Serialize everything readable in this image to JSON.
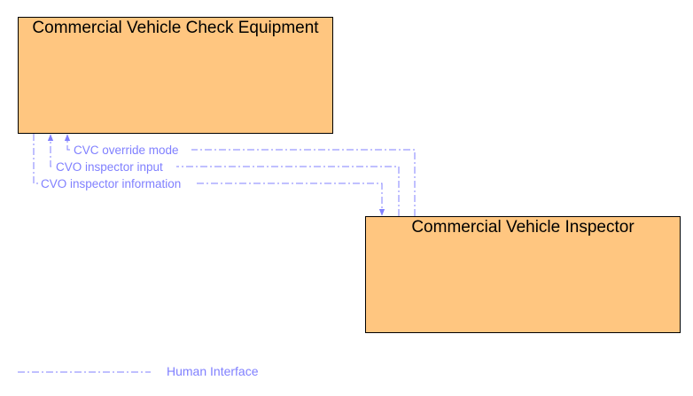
{
  "nodes": {
    "check_equipment": {
      "title": "Commercial Vehicle Check Equipment"
    },
    "inspector": {
      "title": "Commercial Vehicle Inspector"
    }
  },
  "flows": [
    {
      "label": "CVC override mode",
      "from": "Commercial Vehicle Inspector",
      "to": "Commercial Vehicle Check Equipment"
    },
    {
      "label": "CVO inspector input",
      "from": "Commercial Vehicle Inspector",
      "to": "Commercial Vehicle Check Equipment"
    },
    {
      "label": "CVO inspector information",
      "from": "Commercial Vehicle Check Equipment",
      "to": "Commercial Vehicle Inspector"
    }
  ],
  "legend": {
    "label": "Human Interface"
  },
  "colors": {
    "box_fill": "#ffc680",
    "box_border": "#000000",
    "flow_line": "#8080ff"
  }
}
